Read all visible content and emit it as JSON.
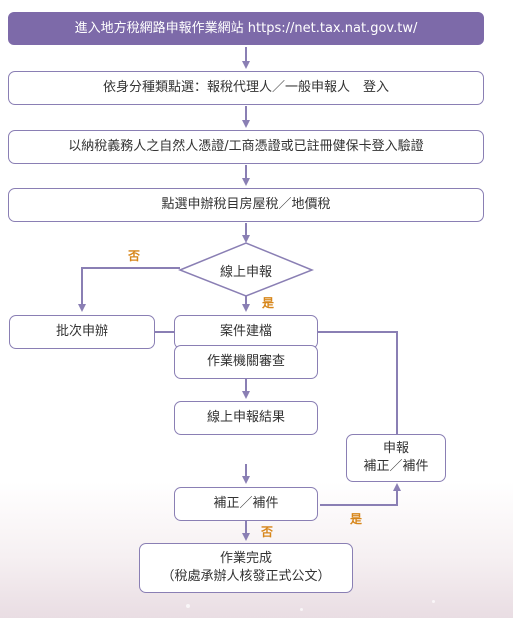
{
  "steps": {
    "enter_site": "進入地方稅網路申報作業網站 https://net.tax.nat.gov.tw/",
    "select_identity": "依身分種類點選：報稅代理人／一般申報人　登入",
    "certificate_login": "以納稅義務人之自然人憑證/工商憑證或已註冊健保卡登入驗證",
    "select_tax": "點選申辦稅目房屋稅／地價稅",
    "online_filing": "線上申報",
    "batch_apply": "批次申辦",
    "case_create": "案件建檔",
    "agency_review": "作業機關審查",
    "online_result": "線上申報結果",
    "correction": "補正／補件",
    "reapply_line1": "申報",
    "reapply_line2": "補正／補件",
    "complete_line1": "作業完成",
    "complete_line2": "（稅處承辦人核發正式公文）"
  },
  "labels": {
    "no_online": "否",
    "yes_online": "是",
    "no_correction": "否",
    "yes_correction": "是"
  },
  "colors": {
    "box_border": "#8a7fb4",
    "header_fill": "#7d6aa9",
    "arrow": "#8a7fb4",
    "label_orange": "#d7861a"
  }
}
